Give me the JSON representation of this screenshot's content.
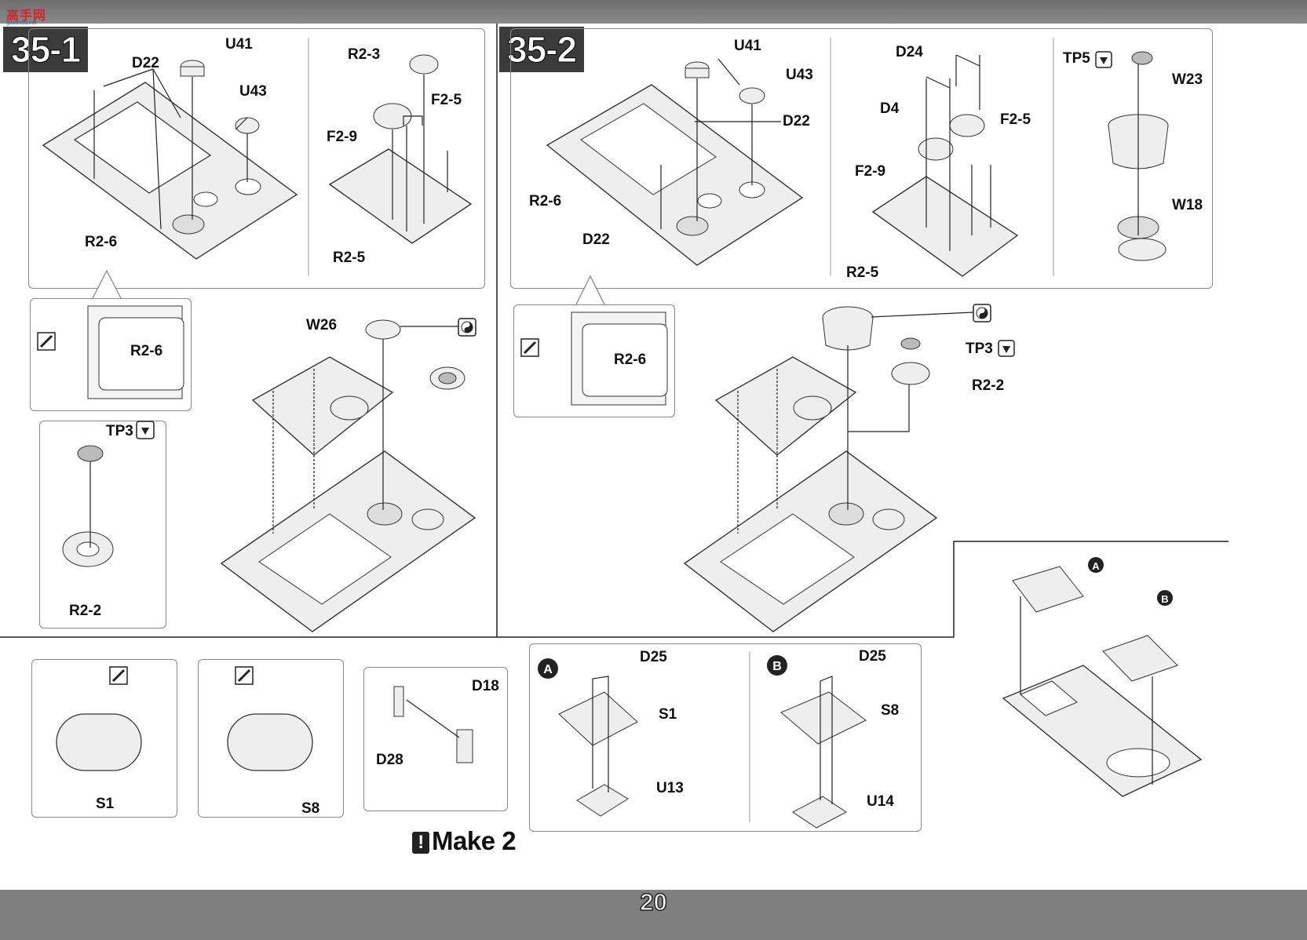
{
  "header": {
    "watermark_text": "高手网",
    "watermark_sub": "gaoshou.net"
  },
  "page_number": "20",
  "steps": {
    "s1": {
      "title": "35-1"
    },
    "s2": {
      "title": "35-2"
    }
  },
  "labels": {
    "u41": "U41",
    "d22": "D22",
    "u43": "U43",
    "r26": "R2-6",
    "r23": "R2-3",
    "f25": "F2-5",
    "f29": "F2-9",
    "r25": "R2-5",
    "w26": "W26",
    "tp3": "TP3",
    "r22": "R2-2",
    "d24": "D24",
    "d4": "D4",
    "tp5": "TP5",
    "w23": "W23",
    "w18": "W18",
    "a": "A",
    "b": "B",
    "d25": "D25",
    "s1": "S1",
    "u13": "U13",
    "s8": "S8",
    "u14": "U14",
    "d18": "D18",
    "d28": "D28"
  },
  "notes": {
    "make2": "Make 2"
  },
  "colors": {
    "bar": "#7f7f7f",
    "step_bg": "#3b3b3b",
    "part_fill": "#eeeeee",
    "line": "#222222"
  }
}
